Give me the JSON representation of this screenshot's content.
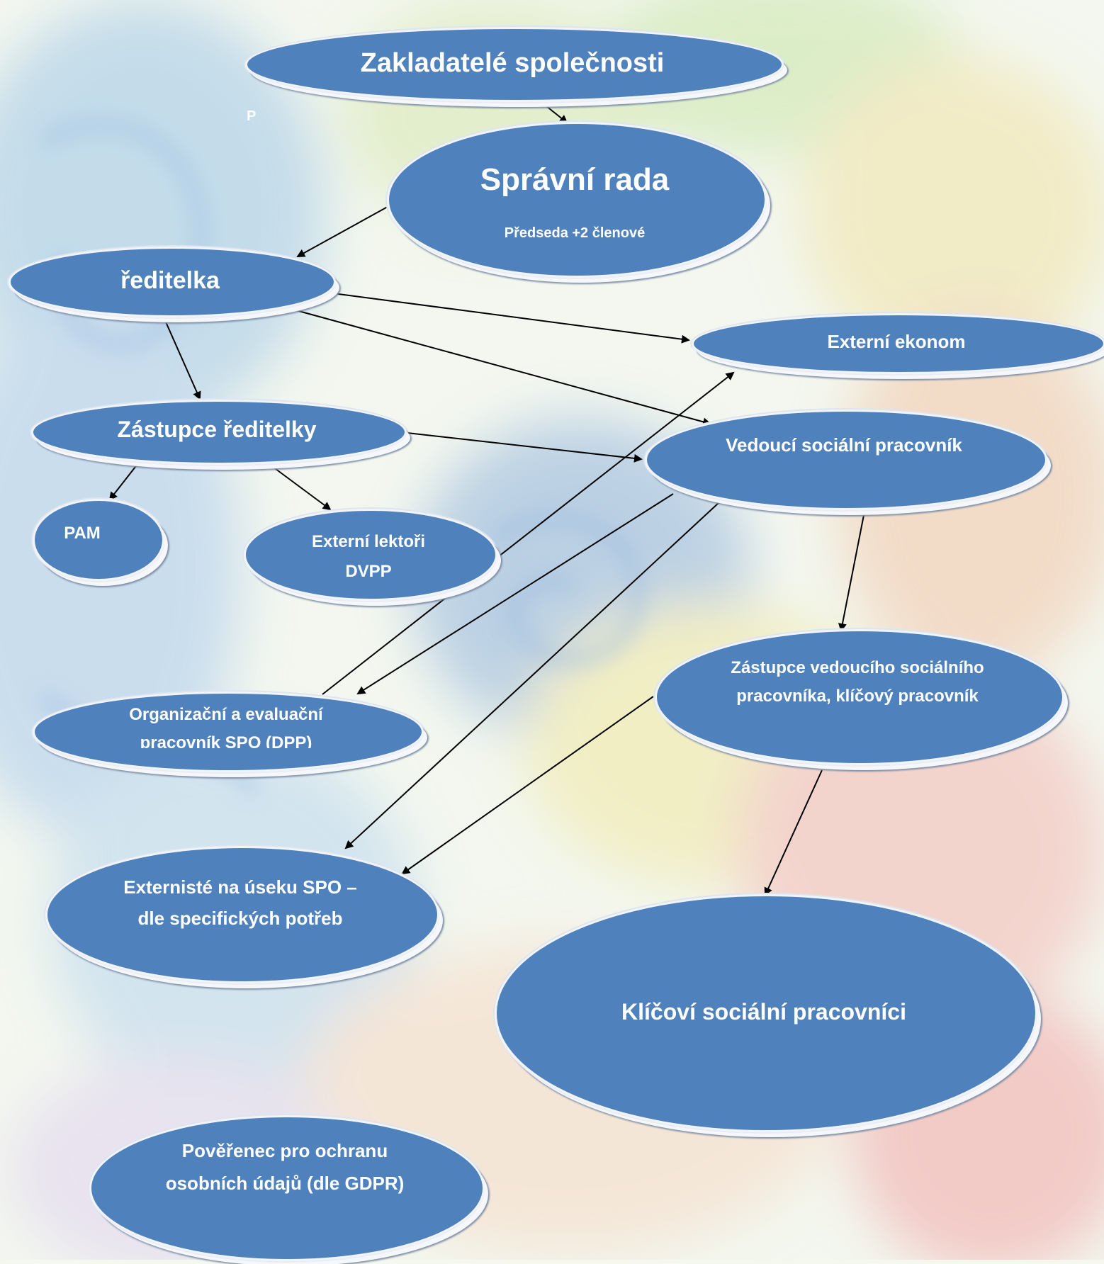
{
  "colors": {
    "node_fill": "#4f81bd",
    "node_text": "#ffffff",
    "arrow": "#000000"
  },
  "nodes": {
    "founders": {
      "title": "Zakladatelé společnosti"
    },
    "board": {
      "title": "Správní rada",
      "subtitle": "Předseda +2 členové"
    },
    "director": {
      "title": "ředitelka"
    },
    "external_economist": {
      "title": "Externí ekonom"
    },
    "deputy_director": {
      "title": "Zástupce ředitelky"
    },
    "head_social_worker": {
      "title": "Vedoucí sociální pracovník"
    },
    "pam": {
      "title": "PAM"
    },
    "external_lecturers": {
      "line1": "Externí lektoři",
      "line2": "DVPP"
    },
    "deputy_head_social_worker": {
      "line1": "Zástupce vedoucího sociálního",
      "line2": "pracovníka, klíčový pracovník"
    },
    "organizational_evaluation": {
      "line1": "Organizační a evaluační",
      "line2": "pracovník SPO (DPP)"
    },
    "external_spo": {
      "line1": "Externisté na úseku SPO –",
      "line2": "dle specifických potřeb"
    },
    "key_social_workers": {
      "title": "Klíčoví sociální pracovníci"
    },
    "gdpr_officer": {
      "line1": "Pověřenec pro ochranu",
      "line2": "osobních údajů (dle GDPR)"
    }
  },
  "stray_text": "P",
  "edges": [
    {
      "from": "founders",
      "to": "board"
    },
    {
      "from": "board",
      "to": "director"
    },
    {
      "from": "director",
      "to": "external_economist"
    },
    {
      "from": "director",
      "to": "head_social_worker"
    },
    {
      "from": "director",
      "to": "deputy_director"
    },
    {
      "from": "deputy_director",
      "to": "head_social_worker"
    },
    {
      "from": "deputy_director",
      "to": "pam"
    },
    {
      "from": "deputy_director",
      "to": "external_lecturers"
    },
    {
      "from": "organizational_evaluation",
      "to": "external_economist"
    },
    {
      "from": "head_social_worker",
      "to": "organizational_evaluation"
    },
    {
      "from": "head_social_worker",
      "to": "external_spo"
    },
    {
      "from": "head_social_worker",
      "to": "deputy_head_social_worker"
    },
    {
      "from": "deputy_head_social_worker",
      "to": "external_spo"
    },
    {
      "from": "deputy_head_social_worker",
      "to": "key_social_workers"
    }
  ]
}
